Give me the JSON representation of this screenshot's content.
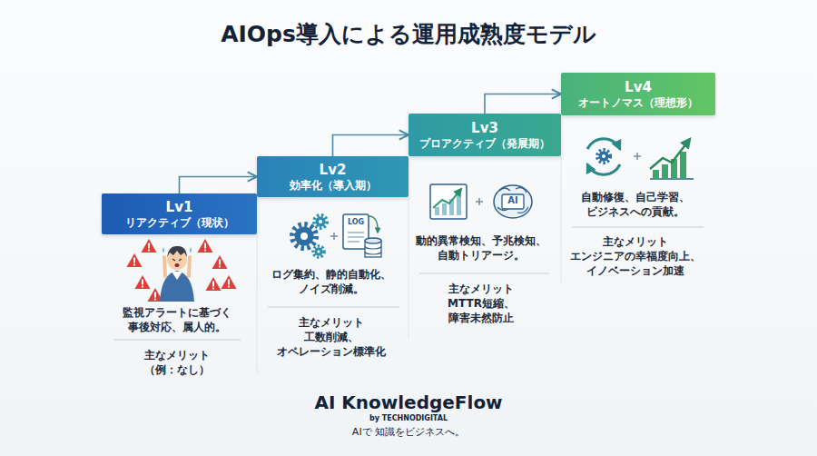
{
  "diagram": {
    "title": "AIOps導入による運用成熟度モデル",
    "nodes": [
      {
        "text": [
          "Lv1",
          "リアクティブ（現状）"
        ]
      },
      {
        "text": [
          "Lv2",
          "効率化（導入期）"
        ]
      },
      {
        "text": [
          "Lv3",
          "プロアクティブ（発展期）"
        ]
      },
      {
        "text": [
          "Lv4",
          "オートノマス（理想形）"
        ]
      }
    ],
    "edges": [
      {
        "from": 0,
        "to": 1,
        "arrow": "to"
      },
      {
        "from": 1,
        "to": 2,
        "arrow": "to"
      },
      {
        "from": 2,
        "to": 3,
        "arrow": "to"
      }
    ],
    "labels": [
      "監視アラートに基づく 事後対応、属人的。",
      "主なメリット",
      "（例：なし）",
      "LOG",
      "ログ集約、静的自動化、 ノイズ削減。",
      "主なメリット",
      "工数削減、 オペレーション標準化",
      "AI",
      "動的異常検知、予兆検知、 自動トリアージ。",
      "主なメリット",
      "MTTR短縮、 障害未然防止",
      "自動修復、自己学習、 ビジネスへの貢献。",
      "主なメリット",
      "エンジニアの幸福度向上、 イノベーション加速",
      "AI KnowledgeFlow",
      "by TECHNODIGITAL",
      "AIで 知識をビジネスへ。"
    ]
  }
}
